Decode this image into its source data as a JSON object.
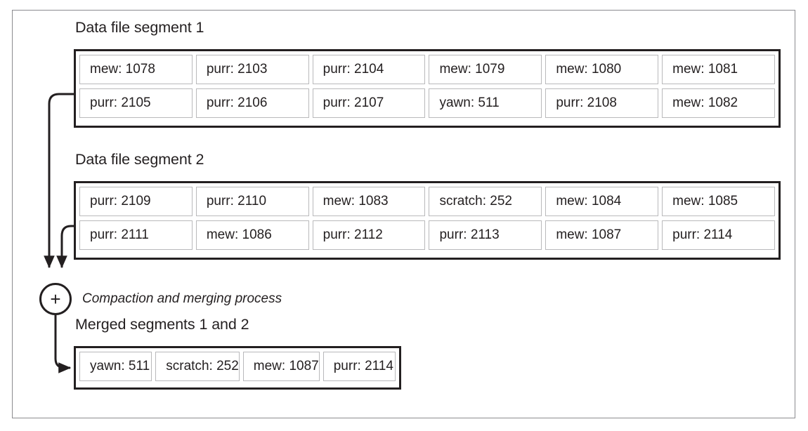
{
  "figure": {
    "merge_node": {
      "symbol": "+",
      "name": "compaction-merge-node"
    },
    "process_caption": "Compaction and merging process"
  },
  "segments": [
    {
      "title": "Data file segment 1",
      "rows": [
        [
          "mew: 1078",
          "purr: 2103",
          "purr: 2104",
          "mew: 1079",
          "mew: 1080",
          "mew: 1081"
        ],
        [
          "purr: 2105",
          "purr: 2106",
          "purr: 2107",
          "yawn: 511",
          "purr: 2108",
          "mew: 1082"
        ]
      ]
    },
    {
      "title": "Data file segment 2",
      "rows": [
        [
          "purr: 2109",
          "purr: 2110",
          "mew: 1083",
          "scratch: 252",
          "mew: 1084",
          "mew: 1085"
        ],
        [
          "purr: 2111",
          "mew: 1086",
          "purr: 2112",
          "purr: 2113",
          "mew: 1087",
          "purr: 2114"
        ]
      ]
    }
  ],
  "merged": {
    "title": "Merged segments 1 and 2",
    "rows": [
      [
        "yawn: 511",
        "scratch: 252",
        "mew: 1087",
        "purr: 2114"
      ]
    ]
  },
  "colors": {
    "line": "#231f20",
    "cell_border": "#b9b9bb",
    "frame": "#8b8b8f",
    "background": "#ffffff"
  }
}
